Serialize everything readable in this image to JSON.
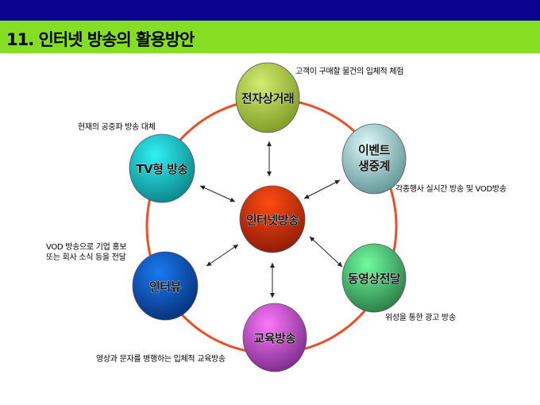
{
  "title": "11. 인터넷 방송의 활용방안",
  "center": {
    "label": "인터넷방송",
    "color": "#e23a0c"
  },
  "nodes": {
    "ecommerce": {
      "label": "전자상거래",
      "note": "고객이 구매할 물건의 입체적 체험",
      "color": "#a6c43a"
    },
    "event": {
      "label_line1": "이벤트",
      "label_line2": "생중계",
      "note": "각종행사 실시간 방송 및 VOD방송",
      "color": "#8fc6c8"
    },
    "tv": {
      "label": "TV형 방송",
      "note": "현재의 공중파 방송 대체",
      "color": "#14c6c8"
    },
    "interview": {
      "label": "인터뷰",
      "note_line1": "VOD 방송으로 기업 홍보",
      "note_line2": "또는 회사 소식 등을 전달",
      "color": "#0a52c8"
    },
    "video": {
      "label": "동영상전달",
      "note": "위성을 통한 광고 방송",
      "color": "#3ec86a"
    },
    "education": {
      "label": "교육방송",
      "note": "영상과 문자를 병행하는 입체적 교육방송",
      "color": "#d84ad8"
    }
  },
  "ring_color": "#e8502a"
}
